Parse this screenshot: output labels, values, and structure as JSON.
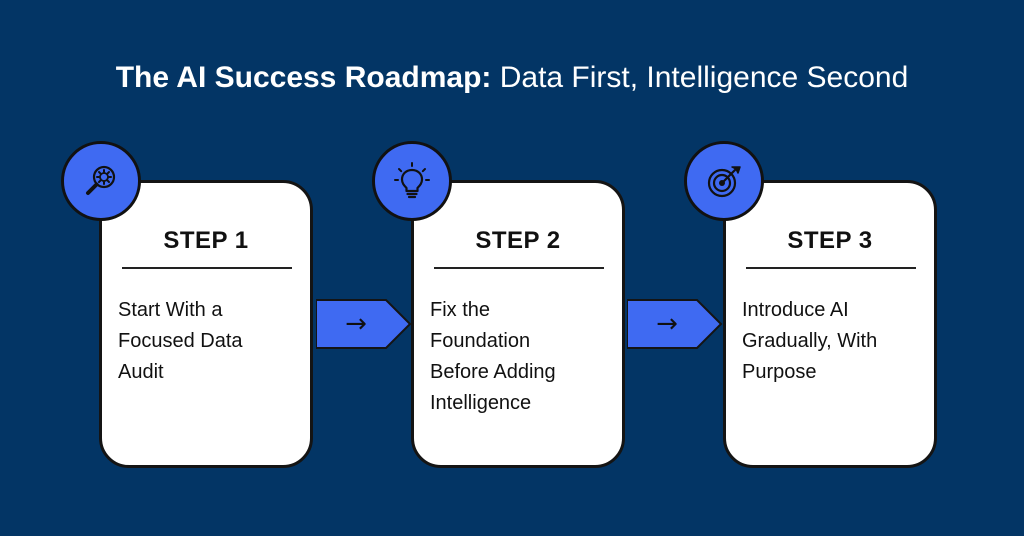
{
  "title": {
    "bold": "The AI Success Roadmap:",
    "light": " Data First, Intelligence Second"
  },
  "steps": [
    {
      "label": "STEP 1",
      "lines": [
        "Start With a",
        "Focused Data",
        "Audit"
      ],
      "icon": "magnifier-gear-icon"
    },
    {
      "label": "STEP 2",
      "lines": [
        "Fix the",
        "Foundation",
        "Before Adding",
        "Intelligence"
      ],
      "icon": "lightbulb-icon"
    },
    {
      "label": "STEP 3",
      "lines": [
        "Introduce AI",
        "Gradually, With",
        "Purpose"
      ],
      "icon": "target-arrow-icon"
    }
  ],
  "connector": {
    "glyph": "→"
  },
  "colors": {
    "background": "#033565",
    "accent": "#3f6af2",
    "card": "#ffffff",
    "outline": "#141414"
  }
}
